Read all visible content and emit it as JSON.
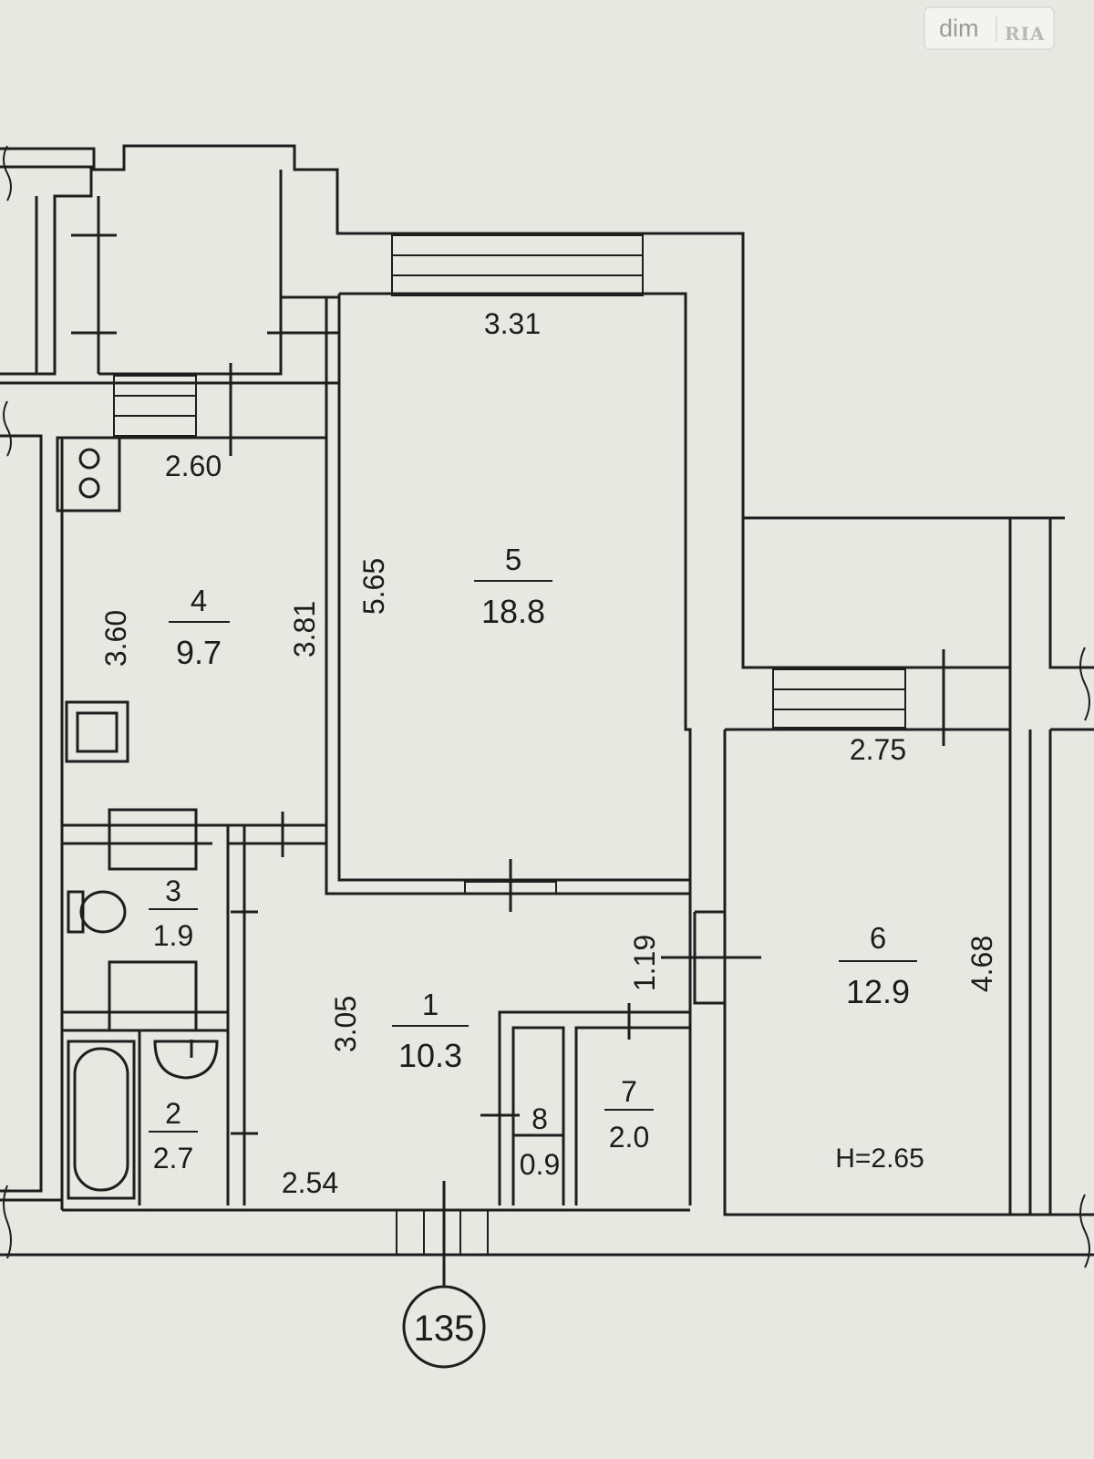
{
  "watermark": {
    "text": "dim",
    "brand": "RIA"
  },
  "rooms": [
    {
      "id": "1",
      "area": "10.3"
    },
    {
      "id": "2",
      "area": "2.7"
    },
    {
      "id": "3",
      "area": "1.9"
    },
    {
      "id": "4",
      "area": "9.7"
    },
    {
      "id": "5",
      "area": "18.8"
    },
    {
      "id": "6",
      "area": "12.9"
    },
    {
      "id": "7",
      "area": "2.0"
    },
    {
      "id": "8",
      "area": "0.9"
    }
  ],
  "dimensions": {
    "room5_width": "3.31",
    "room5_length": "5.65",
    "room4_width": "2.60",
    "room4_length": "3.60",
    "kitchen_wall": "3.81",
    "room6_width": "2.75",
    "room6_length": "4.68",
    "hall_length": "3.05",
    "hall_width": "2.54",
    "closet_width": "1.19"
  },
  "ceiling_height": "H=2.65",
  "axis_marker": "135",
  "colors": {
    "paper": "#e7e8e2",
    "ink": "#1e1e1e"
  }
}
